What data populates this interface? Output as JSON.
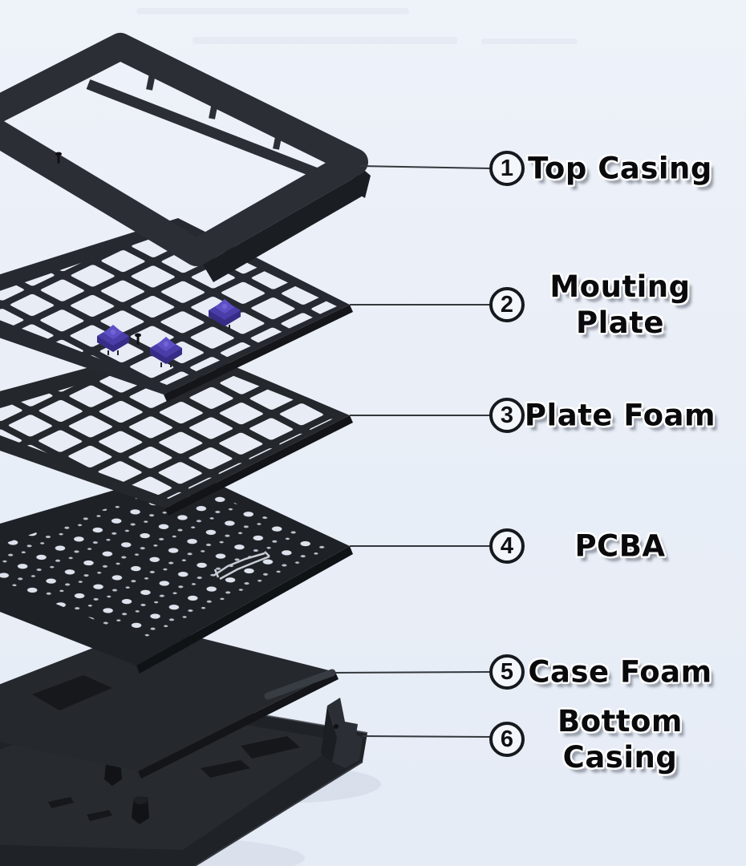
{
  "parts": [
    {
      "number": "1",
      "label": "Top Casing"
    },
    {
      "number": "2",
      "label": "Mouting\nPlate"
    },
    {
      "number": "3",
      "label": "Plate Foam"
    },
    {
      "number": "4",
      "label": "PCBA"
    },
    {
      "number": "5",
      "label": "Case Foam"
    },
    {
      "number": "6",
      "label": "Bottom\nCasing"
    }
  ],
  "colors": {
    "background": "#e9eef7",
    "plastic_dark": "#26292e",
    "plastic_edge": "#14161a",
    "switch_purple": "#4a3da8",
    "callout_line": "#34373c",
    "label_text": "#0a0a0c",
    "label_outline": "#ffffff"
  }
}
